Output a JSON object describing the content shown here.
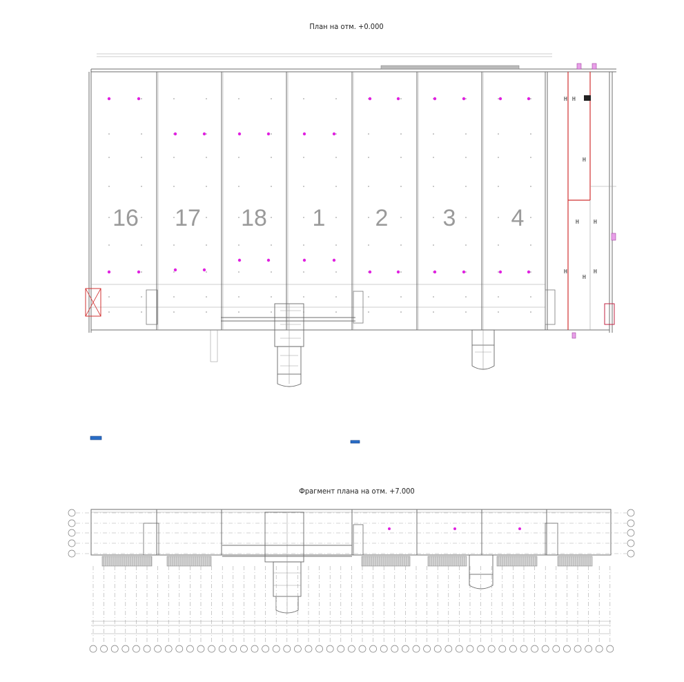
{
  "titles": {
    "ground": "План на отм. +0.000",
    "upper": "Фрагмент плана на отм. +7.000"
  },
  "sections": [
    "16",
    "17",
    "18",
    "1",
    "2",
    "3",
    "4"
  ],
  "colors": {
    "lines": "#6d6d6d",
    "column_marks": "#e020e0",
    "fire_walls": "#d03030",
    "blue_marks": "#2a6fc8",
    "hatch": "#8a8a8a"
  }
}
